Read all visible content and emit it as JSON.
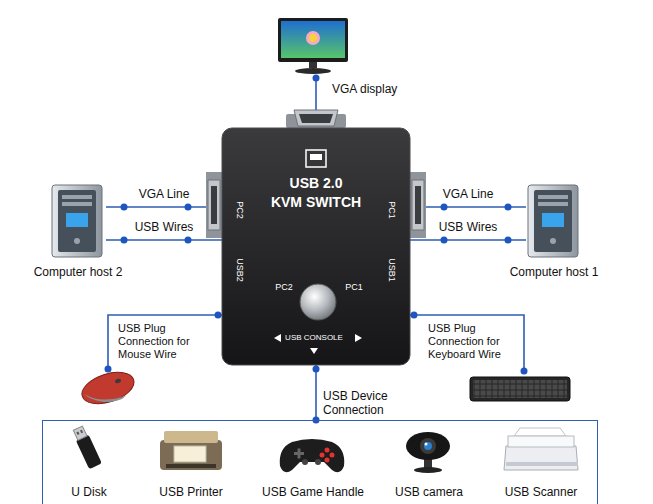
{
  "diagram": {
    "nodes": [
      {
        "text": [
          "VGA display"
        ]
      },
      {
        "text": [
          "USB 2.0",
          "KVM SWITCH",
          "PC2",
          "PC1",
          "USB2",
          "USB1",
          "PC2",
          "PC1",
          "USB CONSOLE"
        ]
      },
      {
        "text": [
          "Computer host 2"
        ]
      },
      {
        "text": [
          "Computer host 1"
        ]
      },
      {
        "text": [
          "USB Plug Connection for Mouse Wire"
        ]
      },
      {
        "text": [
          "USB Plug Connection for Keyboard Wire"
        ]
      },
      {
        "text": [
          "USB Device Connection"
        ]
      },
      {
        "text": [
          "U Disk"
        ],
        "in": 6
      },
      {
        "text": [
          "USB Printer"
        ],
        "in": 6
      },
      {
        "text": [
          "USB Game Handle"
        ],
        "in": 6
      },
      {
        "text": [
          "USB camera"
        ],
        "in": 6
      },
      {
        "text": [
          "USB Scanner"
        ],
        "in": 6
      }
    ],
    "edges": [
      {
        "from": 0,
        "to": 1,
        "arrow": "none"
      },
      {
        "from": 2,
        "to": 1,
        "label": "VGA Line",
        "arrow": "none"
      },
      {
        "from": 2,
        "to": 1,
        "label": "USB Wires",
        "arrow": "none"
      },
      {
        "from": 3,
        "to": 1,
        "label": "VGA Line",
        "arrow": "none"
      },
      {
        "from": 3,
        "to": 1,
        "label": "USB Wires",
        "arrow": "none"
      },
      {
        "from": 1,
        "to": 4,
        "arrow": "none"
      },
      {
        "from": 1,
        "to": 5,
        "arrow": "none"
      },
      {
        "from": 1,
        "to": 6,
        "arrow": "none"
      }
    ]
  }
}
